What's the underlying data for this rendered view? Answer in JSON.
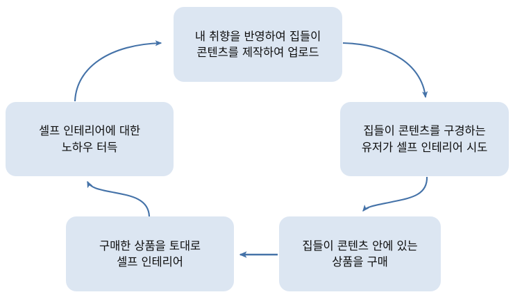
{
  "diagram": {
    "type": "cycle-flow-diagram",
    "background_color": "#ffffff",
    "node_fill_color": "#dce6f2",
    "arrow_color": "#4472a8",
    "text_color": "#0d0d0d",
    "nodes": [
      {
        "id": "top",
        "label": "내 취향을 반영하여 집들이\n콘텐츠를 제작하여 업로드",
        "line1": "내 취향을 반영하여 집들이",
        "line2": "콘텐츠를 제작하여 업로드",
        "position": "top"
      },
      {
        "id": "right",
        "label": "집들이 콘텐츠를 구경하는\n유저가 셀프 인테리어 시도",
        "line1": "집들이 콘텐츠를 구경하는",
        "line2": "유저가 셀프 인테리어 시도",
        "position": "right"
      },
      {
        "id": "bottomright",
        "label": "집들이 콘텐츠 안에 있는\n상품을 구매",
        "line1": "집들이 콘텐츠 안에 있는",
        "line2": "상품을 구매",
        "position": "bottom-right"
      },
      {
        "id": "bottomleft",
        "label": "구매한 상품을 토대로\n셀프 인테리어",
        "line1": "구매한 상품을 토대로",
        "line2": "셀프 인테리어",
        "position": "bottom-left"
      },
      {
        "id": "left",
        "label": "셀프 인테리어에 대한\n노하우 터득",
        "line1": "셀프 인테리어에 대한",
        "line2": "노하우 터득",
        "position": "left"
      }
    ],
    "edges": [
      {
        "id": "edge-left-to-top",
        "from": "left",
        "to": "top",
        "shape": "curve"
      },
      {
        "id": "edge-top-to-right",
        "from": "top",
        "to": "right",
        "shape": "curve"
      },
      {
        "id": "edge-right-to-bottomright",
        "from": "right",
        "to": "bottomright",
        "shape": "s-curve"
      },
      {
        "id": "edge-bottomright-to-bottomleft",
        "from": "bottomright",
        "to": "bottomleft",
        "shape": "straight"
      },
      {
        "id": "edge-bottomleft-to-left",
        "from": "bottomleft",
        "to": "left",
        "shape": "s-curve"
      }
    ]
  }
}
